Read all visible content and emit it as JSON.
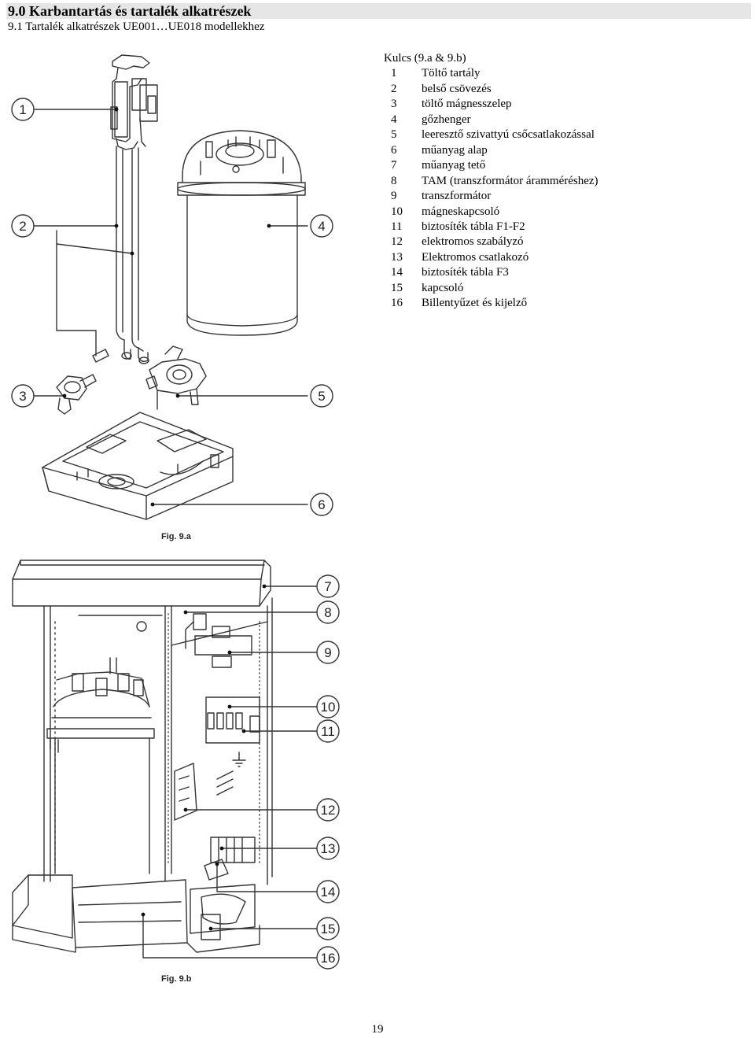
{
  "section": {
    "title": "9.0 Karbantartás és tartalék alkatrészek",
    "subtitle": "9.1 Tartalék alkatrészek UE001…UE018 modellekhez"
  },
  "key": {
    "title": "Kulcs (9.a & 9.b)",
    "items": [
      {
        "num": "1",
        "label": "Töltő tartály"
      },
      {
        "num": "2",
        "label": "belső csövezés"
      },
      {
        "num": "3",
        "label": "töltő mágnesszelep"
      },
      {
        "num": "4",
        "label": "gőzhenger"
      },
      {
        "num": "5",
        "label": "leeresztő szivattyú csőcsatlakozással"
      },
      {
        "num": "6",
        "label": "műanyag alap"
      },
      {
        "num": "7",
        "label": "műanyag tető"
      },
      {
        "num": "8",
        "label": "TAM (transzformátor áramméréshez)"
      },
      {
        "num": "9",
        "label": "transzformátor"
      },
      {
        "num": "10",
        "label": "mágneskapcsoló"
      },
      {
        "num": "11",
        "label": "biztosíték tábla F1-F2"
      },
      {
        "num": "12",
        "label": "elektromos szabályzó"
      },
      {
        "num": "13",
        "label": "Elektromos csatlakozó"
      },
      {
        "num": "14",
        "label": "biztosíték tábla F3"
      },
      {
        "num": "15",
        "label": "kapcsoló"
      },
      {
        "num": "16",
        "label": "Billentyűzet és kijelző"
      }
    ]
  },
  "figure_a": {
    "label": "Fig. 9.a",
    "callouts": [
      "1",
      "2",
      "3",
      "4",
      "5",
      "6"
    ]
  },
  "figure_b": {
    "label": "Fig. 9.b",
    "callouts": [
      "7",
      "8",
      "9",
      "10",
      "11",
      "12",
      "13",
      "14",
      "15",
      "16"
    ]
  },
  "page_number": "19"
}
